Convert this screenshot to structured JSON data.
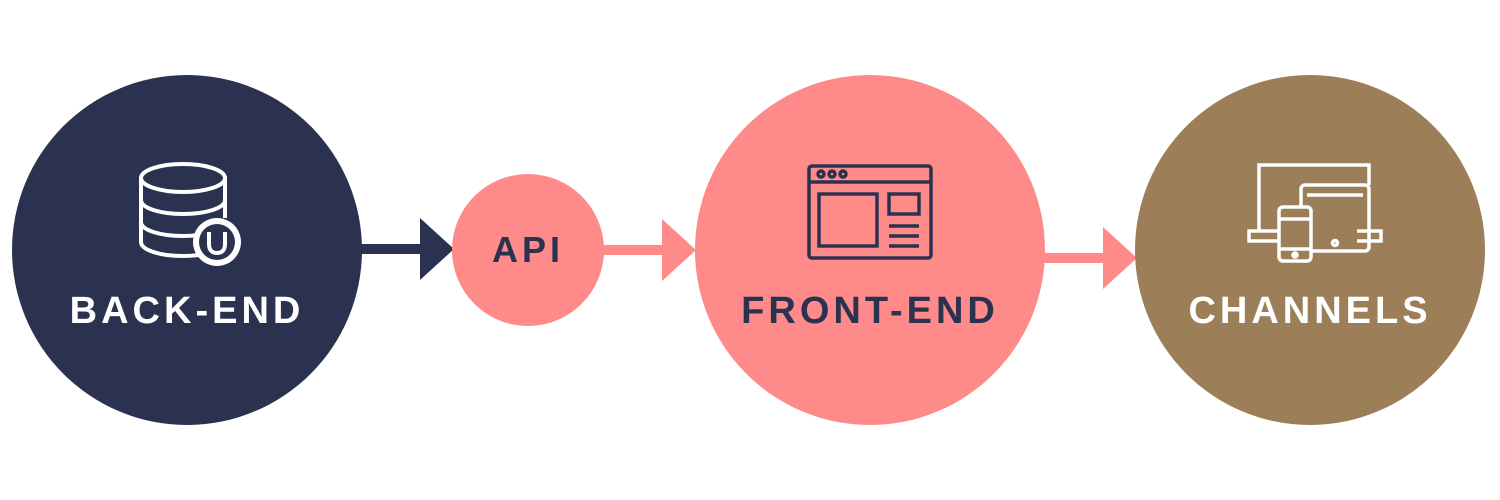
{
  "colors": {
    "backend": "#2b3250",
    "api": "#ff8a8a",
    "frontend": "#ff8a8a",
    "channels": "#9c7f59",
    "arrow_dark": "#2b3250",
    "arrow_pink": "#ff8a8a"
  },
  "nodes": {
    "backend": {
      "label": "BACK-END",
      "icon": "database-umbraco-icon"
    },
    "api": {
      "label": "API"
    },
    "frontend": {
      "label": "FRONT-END",
      "icon": "browser-window-icon"
    },
    "channels": {
      "label": "CHANNELS",
      "icon": "devices-icon"
    }
  }
}
